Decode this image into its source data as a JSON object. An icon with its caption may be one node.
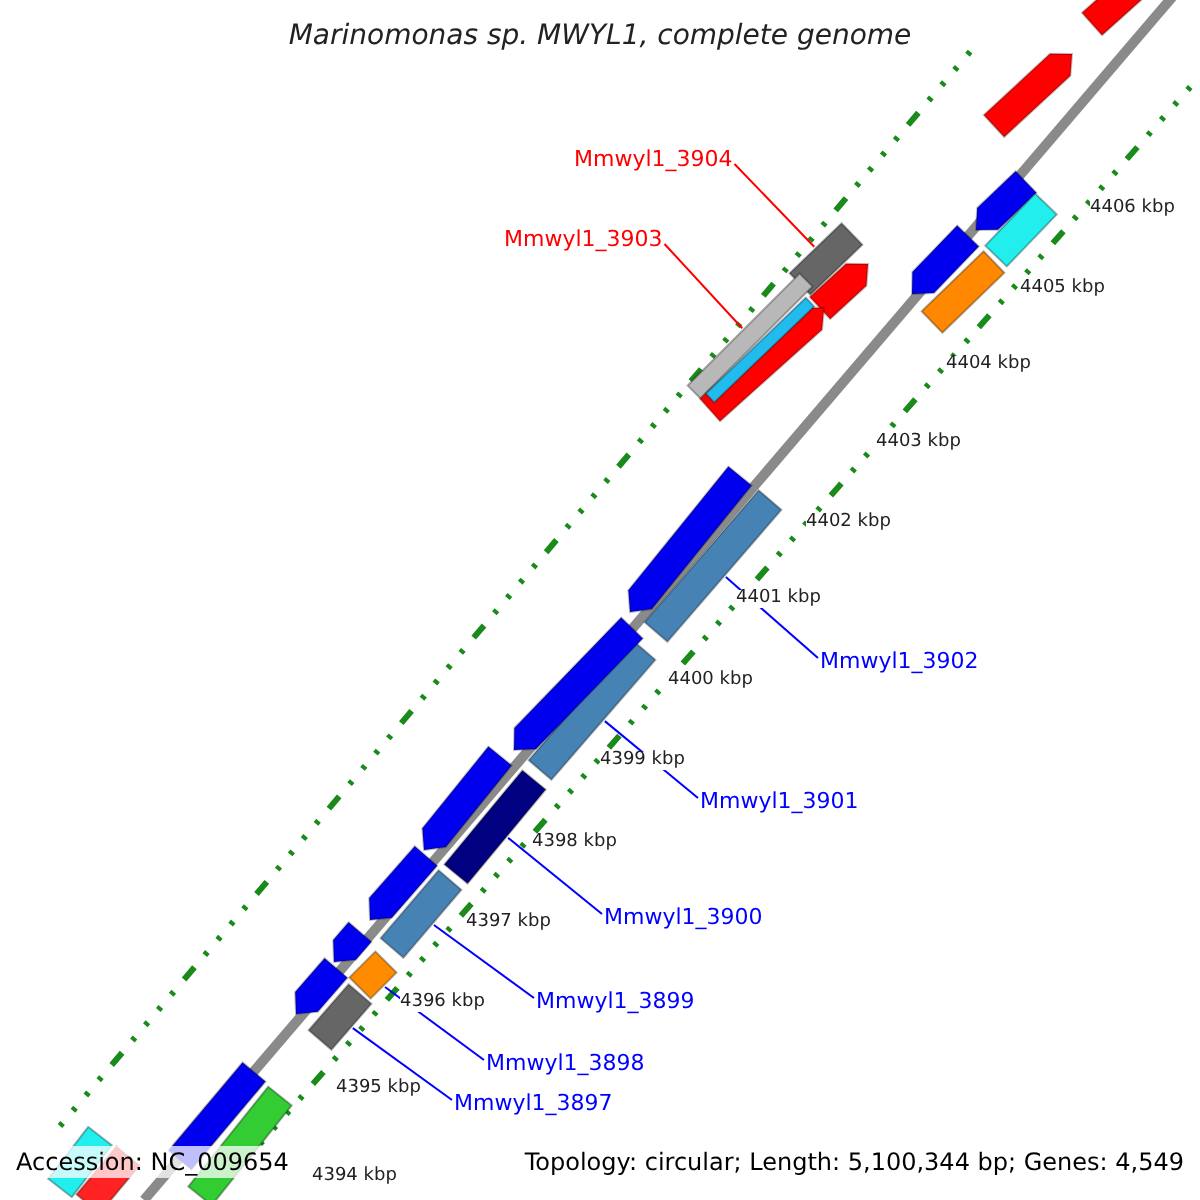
{
  "diagram": {
    "title": "Marinomonas sp. MWYL1, complete genome",
    "nodes": [
      {
        "text": [
          "Mmwyl1_3904"
        ]
      },
      {
        "text": [
          "Mmwyl1_3903"
        ]
      },
      {
        "text": [
          "Mmwyl1_3902"
        ]
      },
      {
        "text": [
          "Mmwyl1_3901"
        ]
      },
      {
        "text": [
          "Mmwyl1_3900"
        ]
      },
      {
        "text": [
          "Mmwyl1_3899"
        ]
      },
      {
        "text": [
          "Mmwyl1_3898"
        ]
      },
      {
        "text": [
          "Mmwyl1_3897"
        ]
      },
      {
        "text": [],
        "shape": "bar"
      },
      {
        "text": [],
        "shape": "bar"
      },
      {
        "text": [],
        "shape": "bar"
      },
      {
        "text": [],
        "shape": "bar"
      },
      {
        "text": [],
        "shape": "bar"
      },
      {
        "text": [],
        "shape": "bar"
      },
      {
        "text": [],
        "shape": "bar"
      },
      {
        "text": [],
        "shape": "bar"
      },
      {
        "text": [],
        "shape": "arrow"
      },
      {
        "text": [],
        "shape": "arrow"
      },
      {
        "text": [],
        "shape": "arrow"
      },
      {
        "text": [],
        "shape": "bar"
      },
      {
        "text": [],
        "shape": "arrow"
      },
      {
        "text": [],
        "shape": "bar"
      },
      {
        "text": [],
        "shape": "arrow"
      },
      {
        "text": [],
        "shape": "arrow"
      },
      {
        "text": [],
        "shape": "bar"
      },
      {
        "text": [],
        "shape": "arrow"
      },
      {
        "text": [],
        "shape": "arrow"
      },
      {
        "text": [],
        "shape": "arrow"
      },
      {
        "text": [],
        "shape": "arrow"
      },
      {
        "text": [],
        "shape": "arrow"
      },
      {
        "text": [],
        "shape": "arrow"
      },
      {
        "text": [],
        "shape": "bar"
      },
      {
        "text": [],
        "shape": "bar"
      },
      {
        "text": [],
        "shape": "bar"
      },
      {
        "text": [],
        "shape": "bar"
      }
    ],
    "edges": [
      {
        "from": 0,
        "to": 8,
        "arrow": "none",
        "color": "#ff0000"
      },
      {
        "from": 1,
        "to": 9,
        "arrow": "none",
        "color": "#ff0000"
      },
      {
        "from": 2,
        "to": 10,
        "arrow": "none"
      },
      {
        "from": 3,
        "to": 11,
        "arrow": "none"
      },
      {
        "from": 4,
        "to": 12,
        "arrow": "none"
      },
      {
        "from": 5,
        "to": 13,
        "arrow": "none"
      },
      {
        "from": 6,
        "to": 14,
        "arrow": "none"
      },
      {
        "from": 7,
        "to": 15,
        "arrow": "none"
      }
    ],
    "labels": [
      "4406 kbp",
      "4405 kbp",
      "4404 kbp",
      "4403 kbp",
      "4402 kbp",
      "4401 kbp",
      "4400 kbp",
      "4399 kbp",
      "4398 kbp",
      "4397 kbp",
      "4396 kbp",
      "4395 kbp",
      "4394 kbp",
      "Accession: NC_009654",
      "Topology: circular; Length: 5,100,344 bp; Genes: 4,549"
    ]
  }
}
